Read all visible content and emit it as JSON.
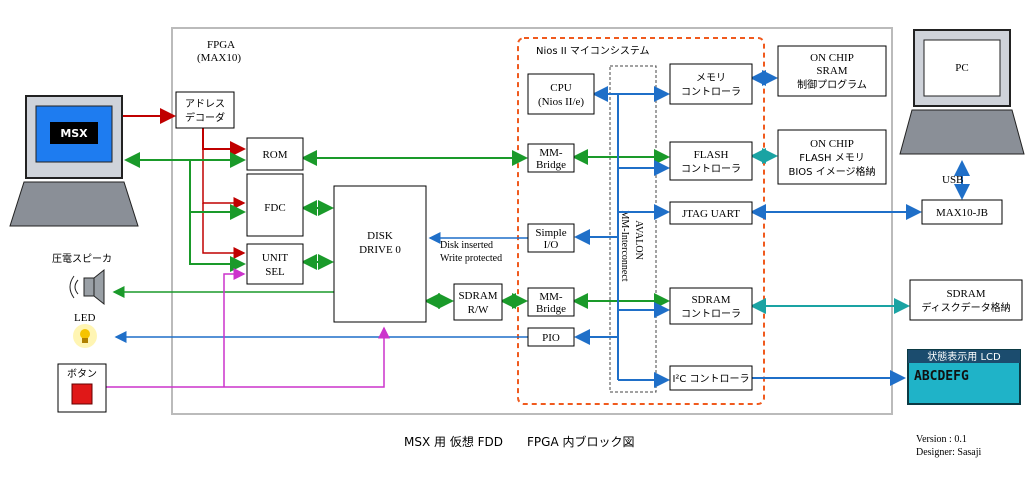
{
  "fpga": {
    "title": "FPGA",
    "subtitle": "(MAX10)"
  },
  "nios": {
    "title": "Nios II マイコンシステム"
  },
  "blocks": {
    "address_decoder": [
      "アドレス",
      "デコーダ"
    ],
    "rom": "ROM",
    "fdc": "FDC",
    "unit_sel": [
      "UNIT",
      "SEL"
    ],
    "disk_drive": [
      "DISK",
      "DRIVE 0"
    ],
    "sdram_rw": [
      "SDRAM",
      "R/W"
    ],
    "cpu": [
      "CPU",
      "(Nios II/e)"
    ],
    "mm_bridge_1": [
      "MM-",
      "Bridge"
    ],
    "simple_io": [
      "Simple",
      "I/O"
    ],
    "mm_bridge_2": [
      "MM-",
      "Bridge"
    ],
    "pio": "PIO",
    "avalon": [
      "AVALON",
      "MM-Interconnect"
    ],
    "mem_ctrl": [
      "メモリ",
      "コントローラ"
    ],
    "flash_ctrl": [
      "FLASH",
      "コントローラ"
    ],
    "jtag_uart": "JTAG UART",
    "sdram_ctrl": [
      "SDRAM",
      "コントローラ"
    ],
    "i2c_ctrl": "I²C コントローラ",
    "onchip_sram": [
      "ON CHIP",
      "SRAM",
      "制御プログラム"
    ],
    "onchip_flash": [
      "ON CHIP",
      "FLASH メモリ",
      "BIOS イメージ格納"
    ],
    "max10jb": "MAX10-JB",
    "ext_sdram": [
      "SDRAM",
      "ディスクデータ格納"
    ],
    "lcd": {
      "title": "状態表示用 LCD",
      "text": "ABCDEFG"
    },
    "pc": "PC",
    "usb": "USB",
    "msx": "MSX",
    "speaker": "圧電スピーカ",
    "led": "LED",
    "button": "ボタン"
  },
  "labels": {
    "disk_inserted": "Disk inserted",
    "write_protected": "Write protected"
  },
  "colors": {
    "red": "#c00000",
    "green": "#1a9a2a",
    "blue": "#1f6fc8",
    "teal": "#1aa3a3",
    "magenta": "#cc33cc",
    "nios_border": "#f05a1e",
    "lcd_bg": "#1fb3c8"
  },
  "footer": {
    "caption": "MSX 用 仮想 FDD　　FPGA 内ブロック図",
    "version": "Version : 0.1",
    "designer": "Designer: Sasaji"
  }
}
